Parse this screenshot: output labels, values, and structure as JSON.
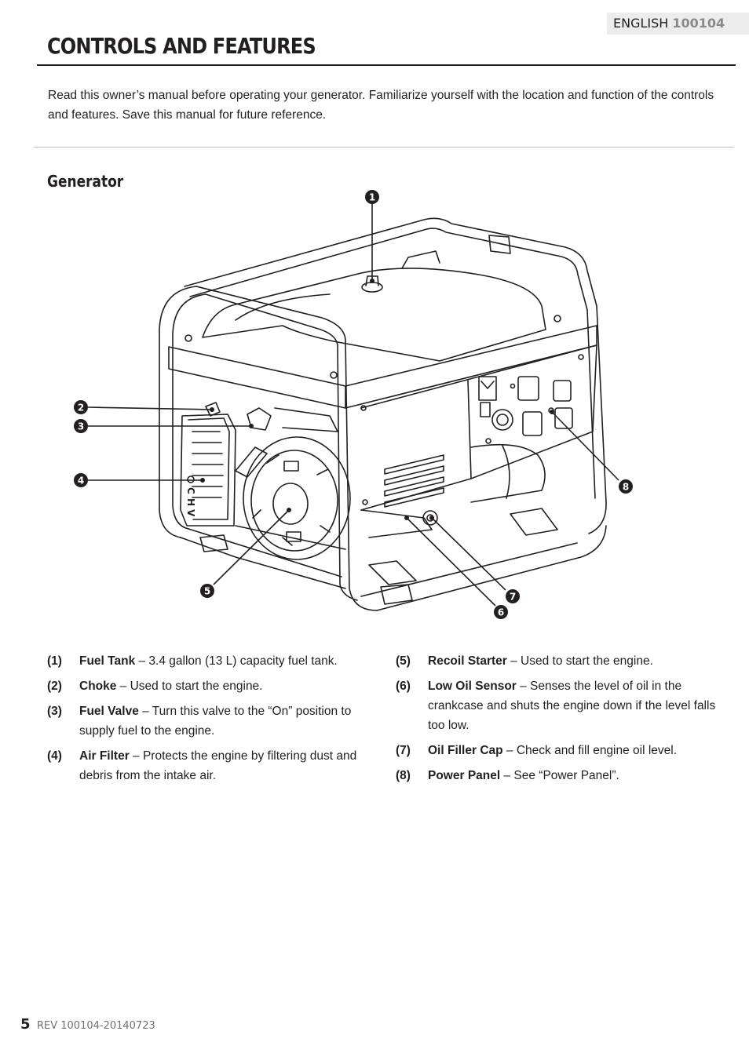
{
  "header": {
    "language": "ENGLISH",
    "model_code": "100104"
  },
  "page_title": "CONTROLS AND FEATURES",
  "intro": "Read this owner’s manual before operating your generator. Familiarize yourself with the location and function of the controls and features. Save this manual for future reference.",
  "section_heading": "Generator",
  "figure": {
    "callouts": [
      "1",
      "2",
      "3",
      "4",
      "5",
      "6",
      "7",
      "8"
    ],
    "panel_letters": [
      "C",
      "H",
      "V"
    ]
  },
  "items_left": [
    {
      "num": "(1)",
      "name": "Fuel Tank",
      "desc": " – 3.4 gallon (13 L) capacity fuel tank."
    },
    {
      "num": "(2)",
      "name": "Choke",
      "desc": " – Used to start the engine."
    },
    {
      "num": "(3)",
      "name": "Fuel Valve",
      "desc": " – Turn this valve to the “On” position to supply fuel to the engine."
    },
    {
      "num": "(4)",
      "name": "Air Filter",
      "desc": " – Protects the engine by filtering dust and debris from the intake air."
    }
  ],
  "items_right": [
    {
      "num": "(5)",
      "name": "Recoil Starter",
      "desc": " – Used to start the engine."
    },
    {
      "num": "(6)",
      "name": "Low Oil Sensor",
      "desc": " – Senses the level of oil in the crankcase and shuts the engine down if the level falls too low."
    },
    {
      "num": "(7)",
      "name": "Oil Filler Cap",
      "desc": " – Check and fill engine oil level."
    },
    {
      "num": "(8)",
      "name": "Power Panel",
      "desc": " – See “Power Panel”."
    }
  ],
  "footer": {
    "page_number": "5",
    "revision": "REV 100104-20140723"
  }
}
